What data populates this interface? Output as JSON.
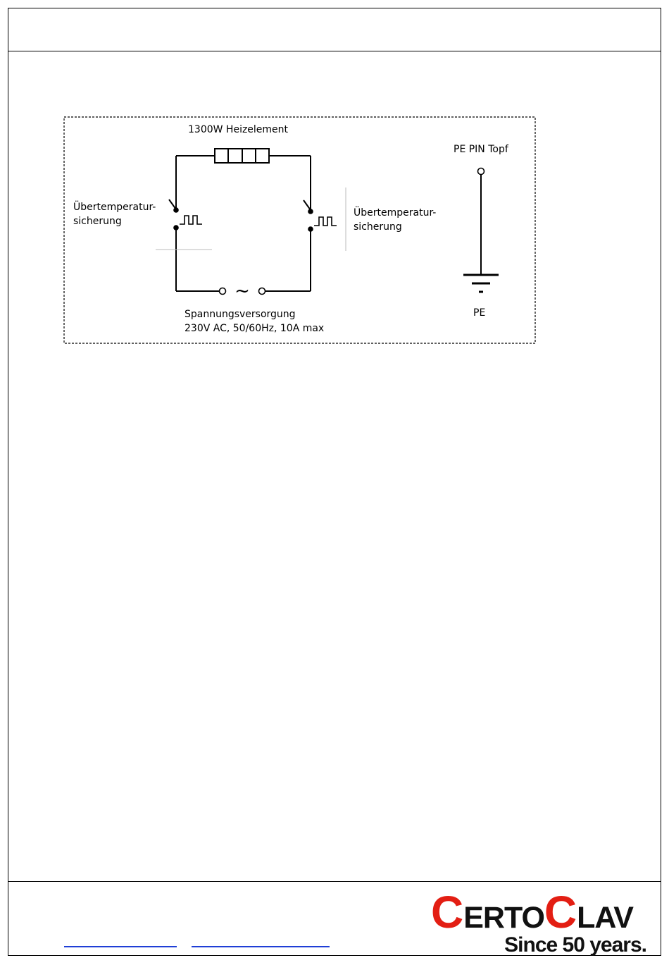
{
  "diagram": {
    "heater_label": "1300W Heizelement",
    "fuse_left_line1": "Übertemperatur-",
    "fuse_left_line2": "sicherung",
    "fuse_right_line1": "Übertemperatur-",
    "fuse_right_line2": "sicherung",
    "supply_line1": "Spannungsversorgung",
    "supply_line2": "230V AC, 50/60Hz, 10A max",
    "pe_pin_label": "PE PIN Topf",
    "pe_label": "PE",
    "ac_symbol": "~"
  },
  "footer": {
    "logo_c1": "C",
    "logo_erto": "ERTO",
    "logo_c2": "C",
    "logo_lav": "LAV",
    "tagline": "Since 50 years.",
    "brand_red": "#e31e13",
    "link_color": "#1f3fd6"
  }
}
